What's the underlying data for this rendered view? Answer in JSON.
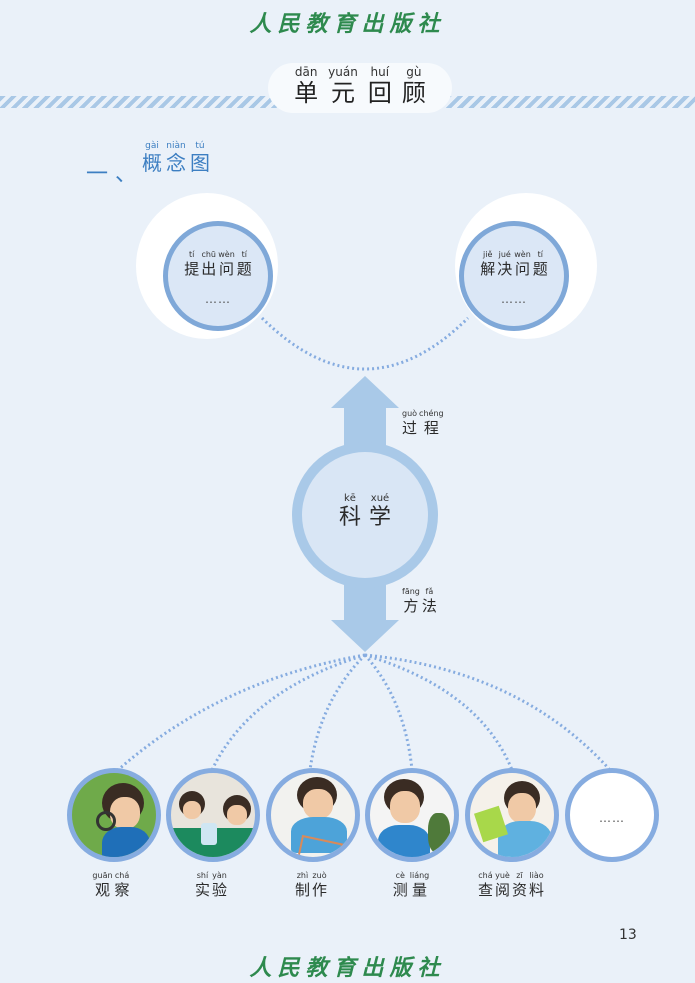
{
  "header": {
    "publisher": "人民教育出版社"
  },
  "title": {
    "chars": [
      {
        "py": "dān",
        "hz": "单"
      },
      {
        "py": "yuán",
        "hz": "元"
      },
      {
        "py": "huí",
        "hz": "回"
      },
      {
        "py": "gù",
        "hz": "顾"
      }
    ]
  },
  "section": {
    "number": "一 、",
    "chars": [
      {
        "py": "gài",
        "hz": "概"
      },
      {
        "py": "niàn",
        "hz": "念"
      },
      {
        "py": "tú",
        "hz": "图"
      }
    ]
  },
  "top_nodes": [
    {
      "chars": [
        {
          "py": "tí",
          "hz": "提"
        },
        {
          "py": "chū",
          "hz": "出"
        },
        {
          "py": "wèn",
          "hz": "问"
        },
        {
          "py": "tí",
          "hz": "题"
        }
      ],
      "more": "……"
    },
    {
      "chars": [
        {
          "py": "jiě",
          "hz": "解"
        },
        {
          "py": "jué",
          "hz": "决"
        },
        {
          "py": "wèn",
          "hz": "问"
        },
        {
          "py": "tí",
          "hz": "题"
        }
      ],
      "more": "……"
    }
  ],
  "center": {
    "chars": [
      {
        "py": "kē",
        "hz": "科"
      },
      {
        "py": "xué",
        "hz": "学"
      }
    ]
  },
  "arrow_up_label": {
    "chars": [
      {
        "py": "guò",
        "hz": "过"
      },
      {
        "py": "chéng",
        "hz": "程"
      }
    ]
  },
  "arrow_down_label": {
    "chars": [
      {
        "py": "fāng",
        "hz": "方"
      },
      {
        "py": "fǎ",
        "hz": "法"
      }
    ]
  },
  "methods": [
    {
      "chars": [
        {
          "py": "guān",
          "hz": "观"
        },
        {
          "py": "chá",
          "hz": "察"
        }
      ]
    },
    {
      "chars": [
        {
          "py": "shí",
          "hz": "实"
        },
        {
          "py": "yàn",
          "hz": "验"
        }
      ]
    },
    {
      "chars": [
        {
          "py": "zhì",
          "hz": "制"
        },
        {
          "py": "zuò",
          "hz": "作"
        }
      ]
    },
    {
      "chars": [
        {
          "py": "cè",
          "hz": "测"
        },
        {
          "py": "liáng",
          "hz": "量"
        }
      ]
    },
    {
      "chars": [
        {
          "py": "chá",
          "hz": "查"
        },
        {
          "py": "yuè",
          "hz": "阅"
        },
        {
          "py": "zī",
          "hz": "资"
        },
        {
          "py": "liào",
          "hz": "料"
        }
      ]
    }
  ],
  "methods_more": "……",
  "footer": {
    "page_number": "13",
    "publisher": "人民教育出版社"
  },
  "colors": {
    "accent": "#3d7fc2",
    "bubble_border": "#7fa8d8",
    "arrow": "#a9c9e8",
    "publisher": "#2e8a4e"
  }
}
